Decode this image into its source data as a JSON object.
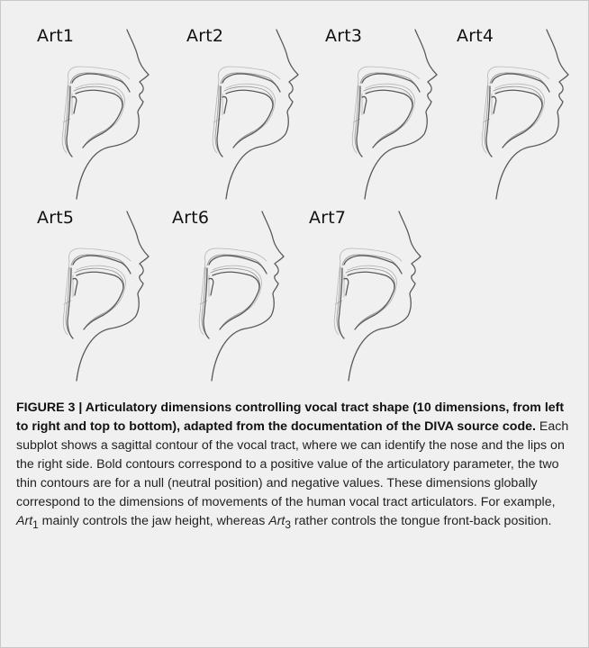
{
  "panels": [
    {
      "label": "Art1"
    },
    {
      "label": "Art2"
    },
    {
      "label": "Art3"
    },
    {
      "label": "Art4"
    },
    {
      "label": "Art5"
    },
    {
      "label": "Art6"
    },
    {
      "label": "Art7"
    }
  ],
  "caption": {
    "label": "FIGURE 3 | ",
    "title": "Articulatory dimensions controlling vocal tract shape (10 dimensions, from left to right and top to bottom), adapted from the documentation of the DIVA source code.",
    "body_part1": " Each subplot shows a sagittal contour of the vocal tract, where we can identify the nose and the lips on the right side. Bold contours correspond to a positive value of the articulatory parameter, the two thin contours are for a null (neutral position) and negative values. These dimensions globally correspond to the dimensions of movements of the human vocal tract articulators. For example, ",
    "art_a": "Art",
    "art_a_sub": "1",
    "body_part2": " mainly controls the jaw height, whereas ",
    "art_b": "Art",
    "art_b_sub": "3",
    "body_part3": " rather controls the tongue front-back position."
  }
}
